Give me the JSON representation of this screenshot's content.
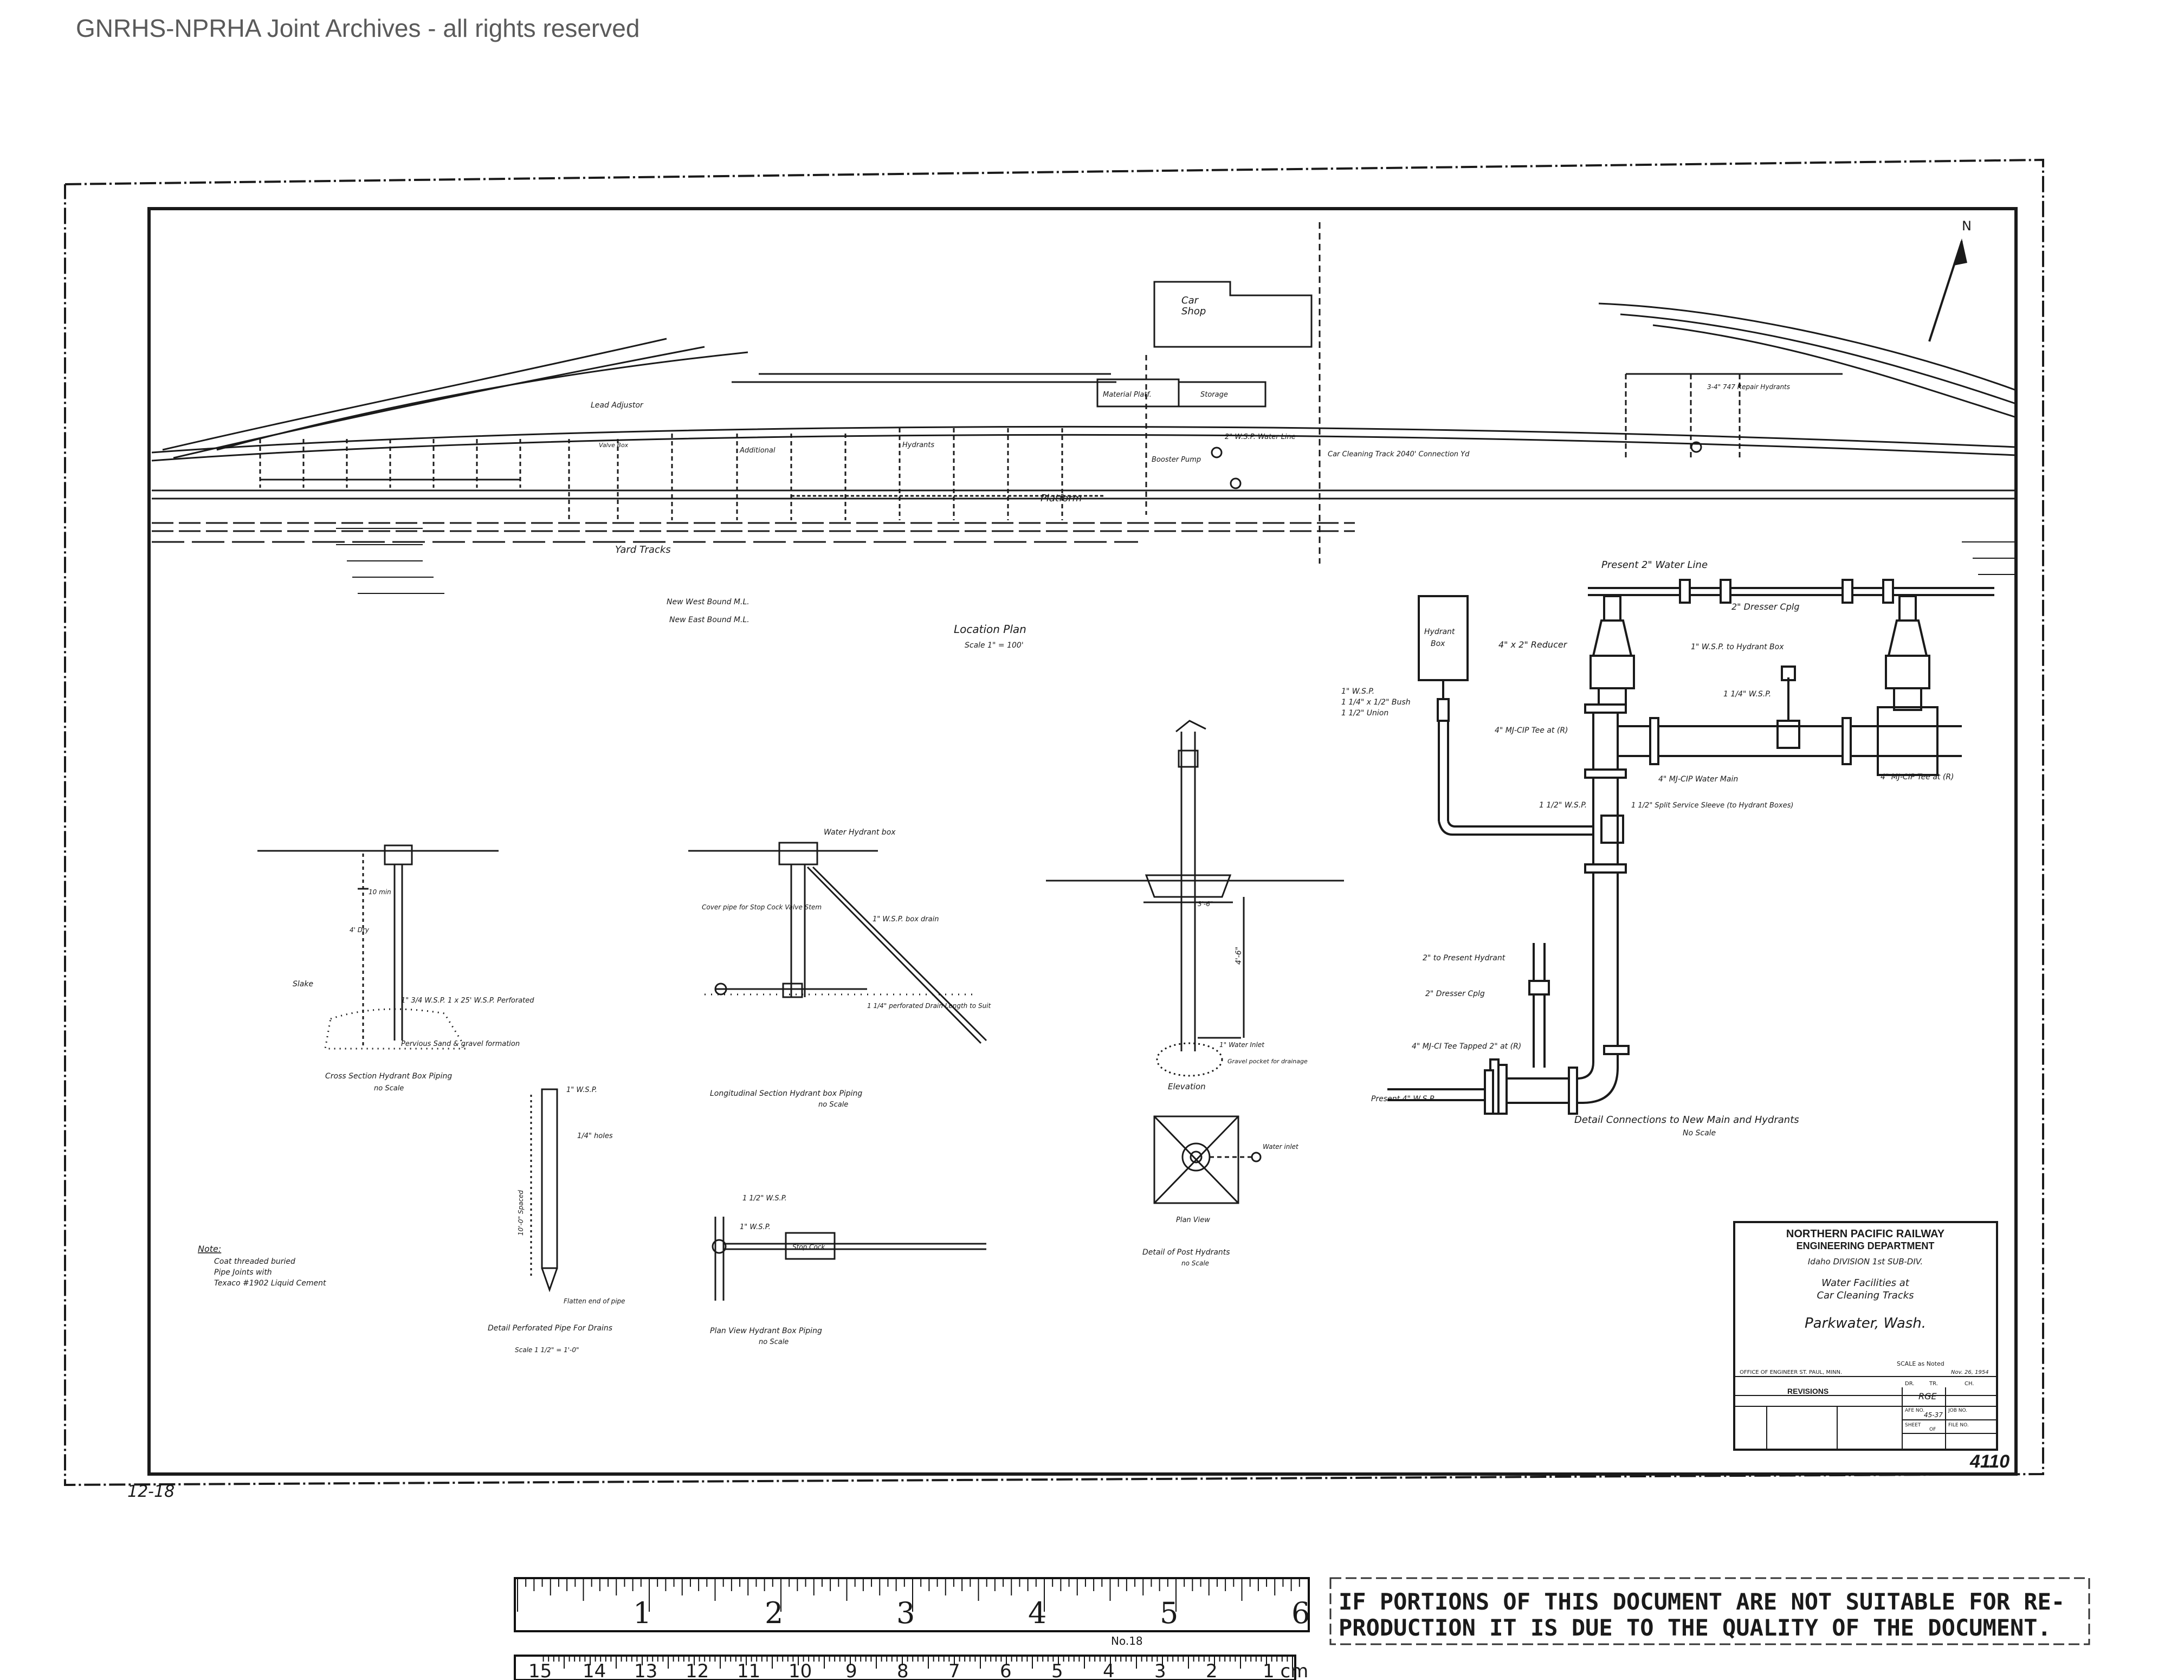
{
  "watermark": "GNRHS-NPRHA Joint Archives - all rights reserved",
  "location_plan": {
    "car_shop": [
      "Car",
      "Shop"
    ],
    "north": "N",
    "material_platf": "Material Platf.",
    "storage": "Storage",
    "lead_adjustor": "Lead Adjustor",
    "additional": "Additional",
    "hydrants": "Hydrants",
    "valve_box": "Valve Box",
    "booster_pump": "Booster Pump",
    "car_cleaning_track": "Car Cleaning Track 2040' Connection Yd",
    "platform": "Platform",
    "yard_tracks": "Yard Tracks",
    "new_west_bound": "New West Bound M.L.",
    "new_east_bound": "New East Bound M.L.",
    "water_line": "2\" W.S.P. Water Line",
    "repairs_hydrants": "3-4\" 747 Repair Hydrants",
    "plan_title": "Location Plan",
    "plan_scale": "Scale 1\" = 100'"
  },
  "detail_connections": {
    "present_water_line": "Present 2\" Water Line",
    "dresser_cplg": "2\" Dresser Cplg",
    "hydrant_box": [
      "Hydrant",
      "Box"
    ],
    "reducer": "4\" x 2\" Reducer",
    "wsp_to_hydrant": "1\" W.S.P. to Hydrant Box",
    "wsp_1_4": "1 1/4\" W.S.P.",
    "wsp_left": "1\" W.S.P.",
    "bush": "1 1/4\" x 1/2\" Bush",
    "union": "1 1/2\" Union",
    "tee_left": "4\" MJ-CIP Tee at (R)",
    "water_main": "4\" MJ-CIP Water Main",
    "tee_right": "4\" MJ-CIP Tee at (R)",
    "wsp_lower": "1 1/2\" W.S.P.",
    "split_sleeve": "1 1/2\" Split Service Sleeve (to Hydrant Boxes)",
    "to_present_hydrant": "2\" to Present Hydrant",
    "dresser_lower": "2\" Dresser Cplg",
    "tapped_tee": "4\" MJ-CI Tee Tapped 2\" at (R)",
    "present_wsp": "Present 4\" W.S.P.",
    "title": "Detail Connections to New Main and Hydrants",
    "scale": "No Scale"
  },
  "cross_section": {
    "depth_a": "10 min",
    "depth_b": "4' Dry",
    "grade": "Slake",
    "pipe": "1\" 3/4 W.S.P. 1 x 25' W.S.P. Perforated",
    "formation": "Pervious Sand & gravel formation",
    "title": "Cross Section Hydrant Box Piping",
    "scale": "no Scale"
  },
  "longitudinal": {
    "box": "Water Hydrant box",
    "cover_pipe": "Cover pipe for Stop Cock Valve Stem",
    "drain": "1\" W.S.P. box drain",
    "perforated": "1 1/4\" perforated Drain Length to Suit",
    "title": "Longitudinal Section Hydrant box Piping",
    "scale": "no Scale"
  },
  "perforated_pipe": {
    "wsp": "1\" W.S.P.",
    "holes": "1/4\" holes",
    "length": "10'-0\" Spaced",
    "flatten": "Flatten end of pipe",
    "title": "Detail Perforated Pipe For Drains",
    "scale": "Scale 1 1/2\" = 1'-0\""
  },
  "plan_view_hydrant": {
    "wsp_top": "1 1/2\" W.S.P.",
    "wsp_mid": "1\" W.S.P.",
    "valve": "Stop Cock",
    "title": "Plan View Hydrant Box Piping",
    "scale": "no Scale"
  },
  "post_hydrant": {
    "height": "4'-6\"",
    "width": "3'-6\"",
    "water_inlet": "1\" Water Inlet",
    "gravel": "Gravel pocket for drainage",
    "elevation": "Elevation",
    "plan_view": "Plan View",
    "inlet_plan": "Water inlet",
    "title": "Detail of Post Hydrants",
    "scale": "no Scale"
  },
  "note": {
    "heading": "Note:",
    "lines": [
      "Coat threaded buried",
      "Pipe Joints with",
      "Texaco #1902 Liquid Cement"
    ]
  },
  "title_block": {
    "company": "NORTHERN PACIFIC RAILWAY",
    "department": "ENGINEERING DEPARTMENT",
    "division": "Idaho DIVISION 1st SUB-DIV.",
    "subject_line1": "Water Facilities at",
    "subject_line2": "Car Cleaning Tracks",
    "place": "Parkwater, Wash.",
    "scale": "SCALE as Noted",
    "office": "OFFICE OF ENGINEER ST. PAUL, MINN.",
    "date": "Nov. 26, 1954",
    "revisions": "REVISIONS",
    "dr": "DR.",
    "tr": "TR.",
    "ch": "CH.",
    "drawn_by": "RGE",
    "afe_no_label": "AFE NO.",
    "afe_no": "45-37",
    "job_no": "JOB NO.",
    "sheet": "SHEET",
    "of": "OF",
    "file_no": "FILE NO.",
    "drawing_number": "4110"
  },
  "margin_mark": "12-18",
  "ruler": {
    "inch_labels": [
      "1",
      "2",
      "3",
      "4",
      "5",
      "6"
    ],
    "cm_labels": [
      "1 cm",
      "2",
      "3",
      "4",
      "5",
      "6",
      "7",
      "8",
      "9",
      "10",
      "11",
      "12",
      "13",
      "14",
      "15"
    ],
    "model": "No.18"
  },
  "notice": [
    "IF PORTIONS OF THIS DOCUMENT ARE NOT SUITABLE FOR RE-",
    "PRODUCTION IT IS DUE TO THE QUALITY OF THE DOCUMENT."
  ]
}
